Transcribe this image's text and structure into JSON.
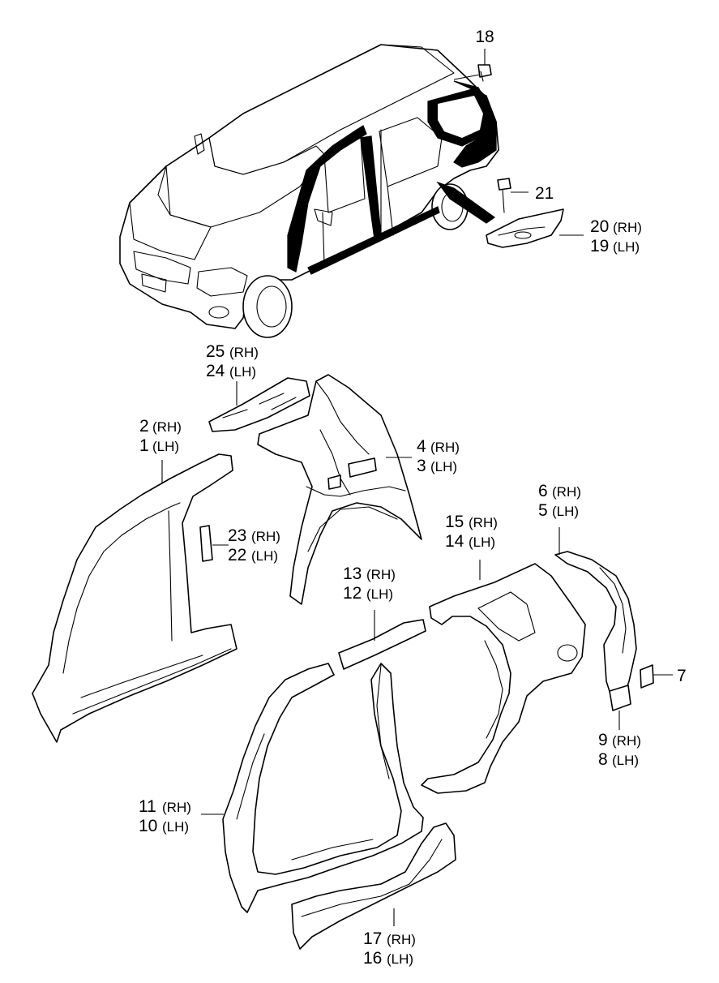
{
  "callouts": [
    {
      "id": "c18",
      "lines": [
        {
          "num": "18",
          "side": ""
        }
      ]
    },
    {
      "id": "c21",
      "lines": [
        {
          "num": "21",
          "side": ""
        }
      ]
    },
    {
      "id": "c20",
      "lines": [
        {
          "num": "20",
          "side": "(RH)"
        },
        {
          "num": "19",
          "side": "(LH)"
        }
      ]
    },
    {
      "id": "c25",
      "lines": [
        {
          "num": "25",
          "side": "(RH)"
        },
        {
          "num": "24",
          "side": "(LH)"
        }
      ]
    },
    {
      "id": "c2",
      "lines": [
        {
          "num": "2",
          "side": "(RH)"
        },
        {
          "num": "1",
          "side": "(LH)"
        }
      ]
    },
    {
      "id": "c4",
      "lines": [
        {
          "num": "4",
          "side": "(RH)"
        },
        {
          "num": "3",
          "side": "(LH)"
        }
      ]
    },
    {
      "id": "c6",
      "lines": [
        {
          "num": "6",
          "side": "(RH)"
        },
        {
          "num": "5",
          "side": "(LH)"
        }
      ]
    },
    {
      "id": "c15",
      "lines": [
        {
          "num": "15",
          "side": "(RH)"
        },
        {
          "num": "14",
          "side": "(LH)"
        }
      ]
    },
    {
      "id": "c23",
      "lines": [
        {
          "num": "23",
          "side": "(RH)"
        },
        {
          "num": "22",
          "side": "(LH)"
        }
      ]
    },
    {
      "id": "c13",
      "lines": [
        {
          "num": "13",
          "side": "(RH)"
        },
        {
          "num": "12",
          "side": "(LH)"
        }
      ]
    },
    {
      "id": "c7",
      "lines": [
        {
          "num": "7",
          "side": ""
        }
      ]
    },
    {
      "id": "c9",
      "lines": [
        {
          "num": "9",
          "side": "(RH)"
        },
        {
          "num": "8",
          "side": "(LH)"
        }
      ]
    },
    {
      "id": "c11",
      "lines": [
        {
          "num": "11",
          "side": "(RH)"
        },
        {
          "num": "10",
          "side": "(LH)"
        }
      ]
    },
    {
      "id": "c17",
      "lines": [
        {
          "num": "17",
          "side": "(RH)"
        },
        {
          "num": "16",
          "side": "(LH)"
        }
      ]
    }
  ]
}
